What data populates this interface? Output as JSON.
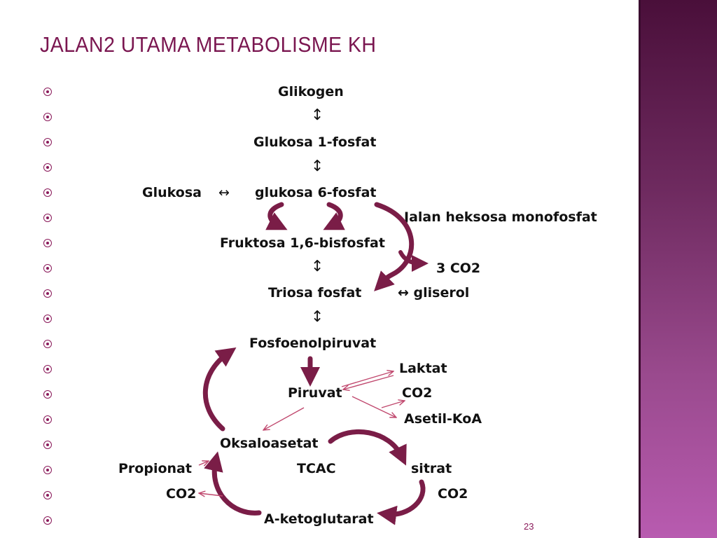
{
  "slide": {
    "title": "JALAN2 UTAMA METABOLISME KH",
    "page_number": "23"
  },
  "colors": {
    "accent": "#7a1650",
    "arrow_thick": "#7a1d47",
    "arrow_thin": "#c0486e",
    "sidebar_top": "#4a0f3a",
    "sidebar_bottom": "#b85bb0"
  },
  "icons": {
    "bullet": "circle-dot-bullet-icon",
    "up_down_arrow": "↕",
    "left_right_arrow": "↔"
  },
  "diagram": {
    "glikogen": "Glikogen",
    "glukosa_1_fosfat": "Glukosa 1-fosfat",
    "glukosa": "Glukosa",
    "glukosa_6_fosfat": "glukosa 6-fosfat",
    "jalan_heksosa": "Jalan heksosa monofosfat",
    "fruktosa": "Fruktosa 1,6-bisfosfat",
    "co2_3": "3 CO2",
    "triosa": "Triosa fosfat",
    "gliserol": "↔ gliserol",
    "fosfoenolpiruvat": "Fosfoenolpiruvat",
    "laktat": "Laktat",
    "piruvat": "Piruvat",
    "co2_piruvat": "CO2",
    "asetil_koa": "Asetil-KoA",
    "oksaloasetat": "Oksaloasetat",
    "propionat": "Propionat",
    "tcac": "TCAC",
    "sitrat": "sitrat",
    "co2_left": "CO2",
    "co2_right": "CO2",
    "a_ketoglutarat": "A-ketoglutarat"
  }
}
